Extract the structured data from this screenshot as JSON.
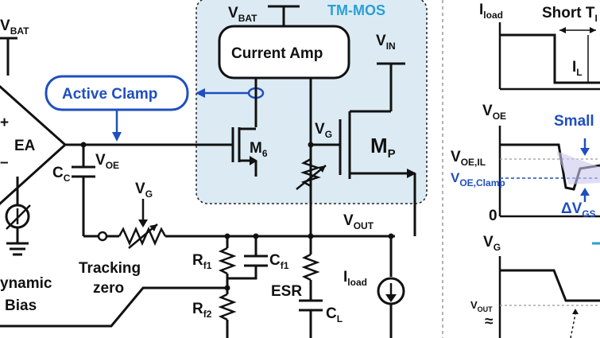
{
  "labels": {
    "vbat_left_main": "V",
    "vbat_left_sub": "BAT",
    "vbat_top_main": "V",
    "vbat_top_sub": "BAT",
    "tm_mos": "TM-MOS",
    "current_amp": "Current Amp",
    "vin_main": "V",
    "vin_sub": "IN",
    "active_clamp": "Active Clamp",
    "ea": "EA",
    "voe_main": "V",
    "voe_sub": "OE",
    "m6_main": "M",
    "m6_sub": "6",
    "vg_main": "V",
    "vg_sub": "G",
    "mp_main": "M",
    "mp_sub": "P",
    "cc_main": "C",
    "cc_sub": "C",
    "vg2_main": "V",
    "vg2_sub": "G",
    "vout_main": "V",
    "vout_sub": "OUT",
    "tracking": "Tracking",
    "zero": "zero",
    "rf1_main": "R",
    "rf1_sub": "f1",
    "cf1_main": "C",
    "cf1_sub": "f1",
    "rf2_main": "R",
    "rf2_sub": "f2",
    "esr": "ESR",
    "iload_main": "I",
    "iload_sub": "load",
    "cl_main": "C",
    "cl_sub": "L",
    "dynamic": "ynamic",
    "bias": "Bias"
  },
  "waveforms": {
    "iload_title_main": "I",
    "iload_title_sub": "load",
    "short_main": "Short T",
    "short_sub": "I",
    "il_main": "I",
    "il_sub": "L",
    "voe_title_main": "V",
    "voe_title_sub": "OE",
    "small": "Small",
    "voe_il_main": "V",
    "voe_il_sub": "OE,IL",
    "voe_clamp_main": "V",
    "voe_clamp_sub": "OE,Clamp",
    "dvgs_main": "ΔV",
    "dvgs_sub": "GS",
    "zero_label": "0",
    "vg_title_main": "V",
    "vg_title_sub": "G",
    "vout_axis_main": "V",
    "vout_axis_sub": "OUT",
    "approx": "≈"
  },
  "colors": {
    "wire": "#111111",
    "accent_blue": "#1f4fbf",
    "tm_box_fill": "#dcebf3",
    "tm_label": "#2a9fd6",
    "divider": "#999999"
  }
}
